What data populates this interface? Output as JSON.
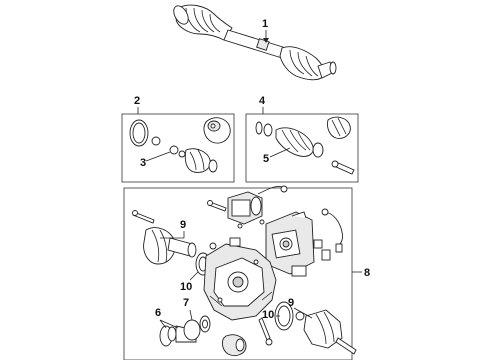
{
  "callouts": {
    "c1": "1",
    "c2": "2",
    "c3": "3",
    "c4": "4",
    "c5": "5",
    "c6": "6",
    "c7": "7",
    "c8": "8",
    "c9a": "9",
    "c9b": "9",
    "c10a": "10",
    "c10b": "10"
  },
  "colors": {
    "line": "#222222",
    "background": "#ffffff"
  }
}
